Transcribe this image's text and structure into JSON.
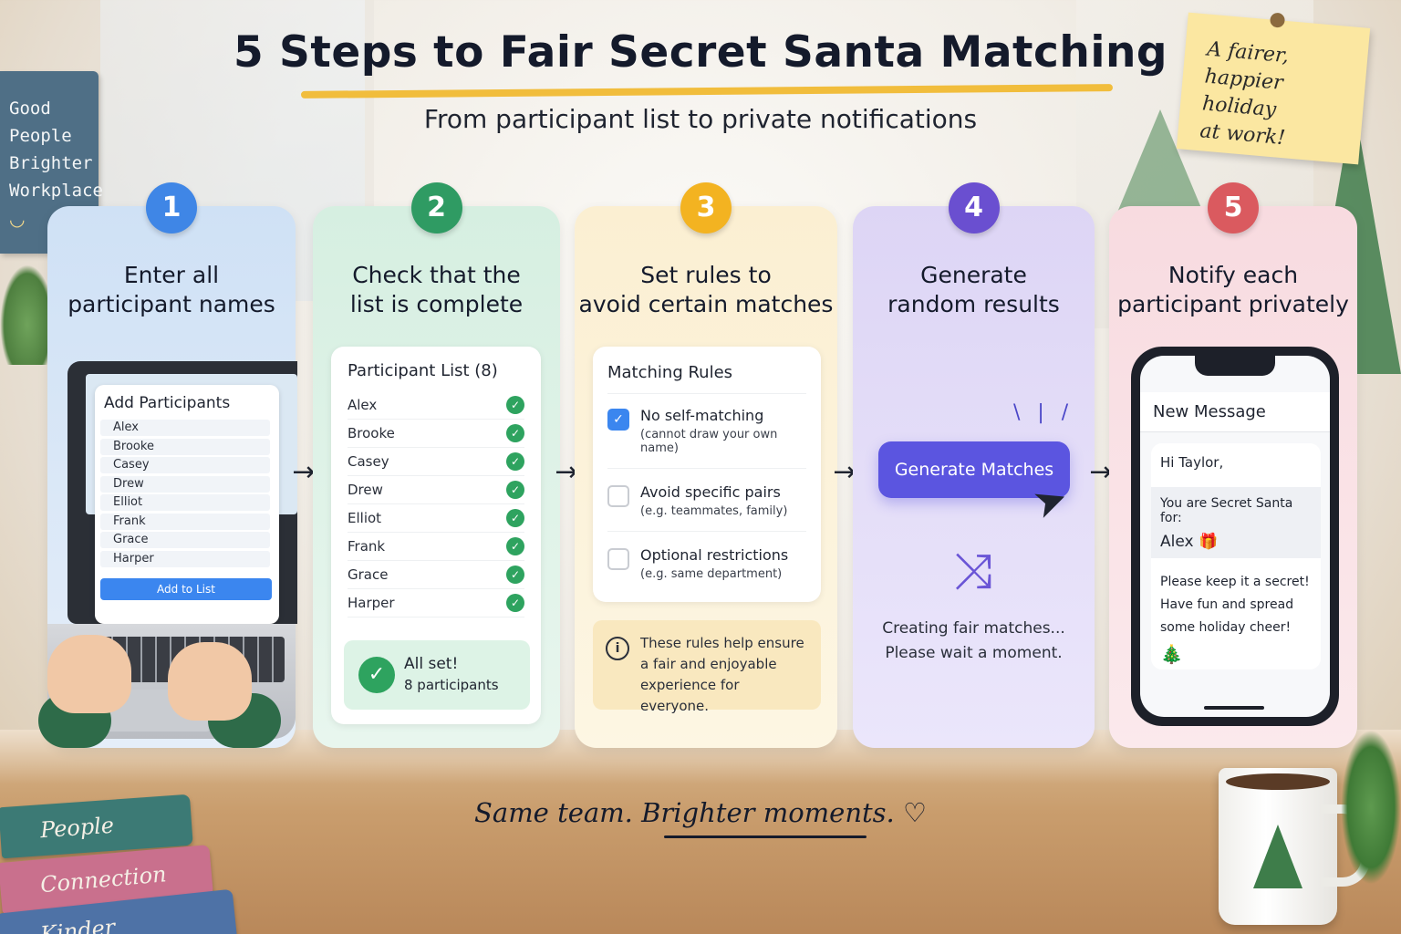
{
  "header": {
    "title": "5 Steps to Fair Secret Santa Matching",
    "subtitle": "From participant list to private notifications"
  },
  "decor": {
    "wall_sign": [
      "Good",
      "People",
      "Brighter",
      "Workplace"
    ],
    "sticky_note": [
      "A fairer,",
      "happier holiday",
      "at work!"
    ],
    "books": [
      "People",
      "Connection",
      "Kinder Workplace"
    ]
  },
  "steps": [
    {
      "number": "1",
      "title_lines": [
        "Enter all",
        "participant names"
      ],
      "panel_title": "Add Participants",
      "names": [
        "Alex",
        "Brooke",
        "Casey",
        "Drew",
        "Elliot",
        "Frank",
        "Grace",
        "Harper"
      ],
      "button": "Add to List"
    },
    {
      "number": "2",
      "title_lines": [
        "Check that the",
        "list is complete"
      ],
      "panel_title": "Participant List (8)",
      "names": [
        "Alex",
        "Brooke",
        "Casey",
        "Drew",
        "Elliot",
        "Frank",
        "Grace",
        "Harper"
      ],
      "summary_title": "All set!",
      "summary_sub": "8 participants"
    },
    {
      "number": "3",
      "title_lines": [
        "Set rules to",
        "avoid certain matches"
      ],
      "panel_title": "Matching Rules",
      "rules": [
        {
          "label": "No self-matching",
          "sub": "(cannot draw your own name)",
          "checked": true
        },
        {
          "label": "Avoid specific pairs",
          "sub": "(e.g. teammates, family)",
          "checked": false
        },
        {
          "label": "Optional restrictions",
          "sub": "(e.g. same department)",
          "checked": false
        }
      ],
      "info_lines": [
        "These rules help ensure",
        "a fair and enjoyable",
        "experience for everyone."
      ]
    },
    {
      "number": "4",
      "title_lines": [
        "Generate",
        "random results"
      ],
      "button": "Generate Matches",
      "status_lines": [
        "Creating fair matches...",
        "Please wait a moment."
      ]
    },
    {
      "number": "5",
      "title_lines": [
        "Notify each",
        "participant privately"
      ],
      "screen_title": "New Message",
      "greeting": "Hi Taylor,",
      "intro": "You are Secret Santa for:",
      "recipient": "Alex",
      "message_lines": [
        "Please keep it a secret!",
        "Have fun and spread",
        "some holiday cheer!"
      ]
    }
  ],
  "icons": {
    "check": "✓",
    "arrow": "→",
    "info": "i",
    "shuffle": "⤨",
    "cursor": "➤",
    "gift": "🎁",
    "tree": "🎄",
    "heart": "♡",
    "smile": "◡"
  },
  "colors": {
    "step1": "#3f86e6",
    "step2": "#2f9b63",
    "step3": "#f3b321",
    "step4": "#6a4fd0",
    "step5": "#da5a5f",
    "title_underline": "#f1bd3c"
  },
  "footer": {
    "tagline": "Same team. Brighter moments. ♡"
  }
}
